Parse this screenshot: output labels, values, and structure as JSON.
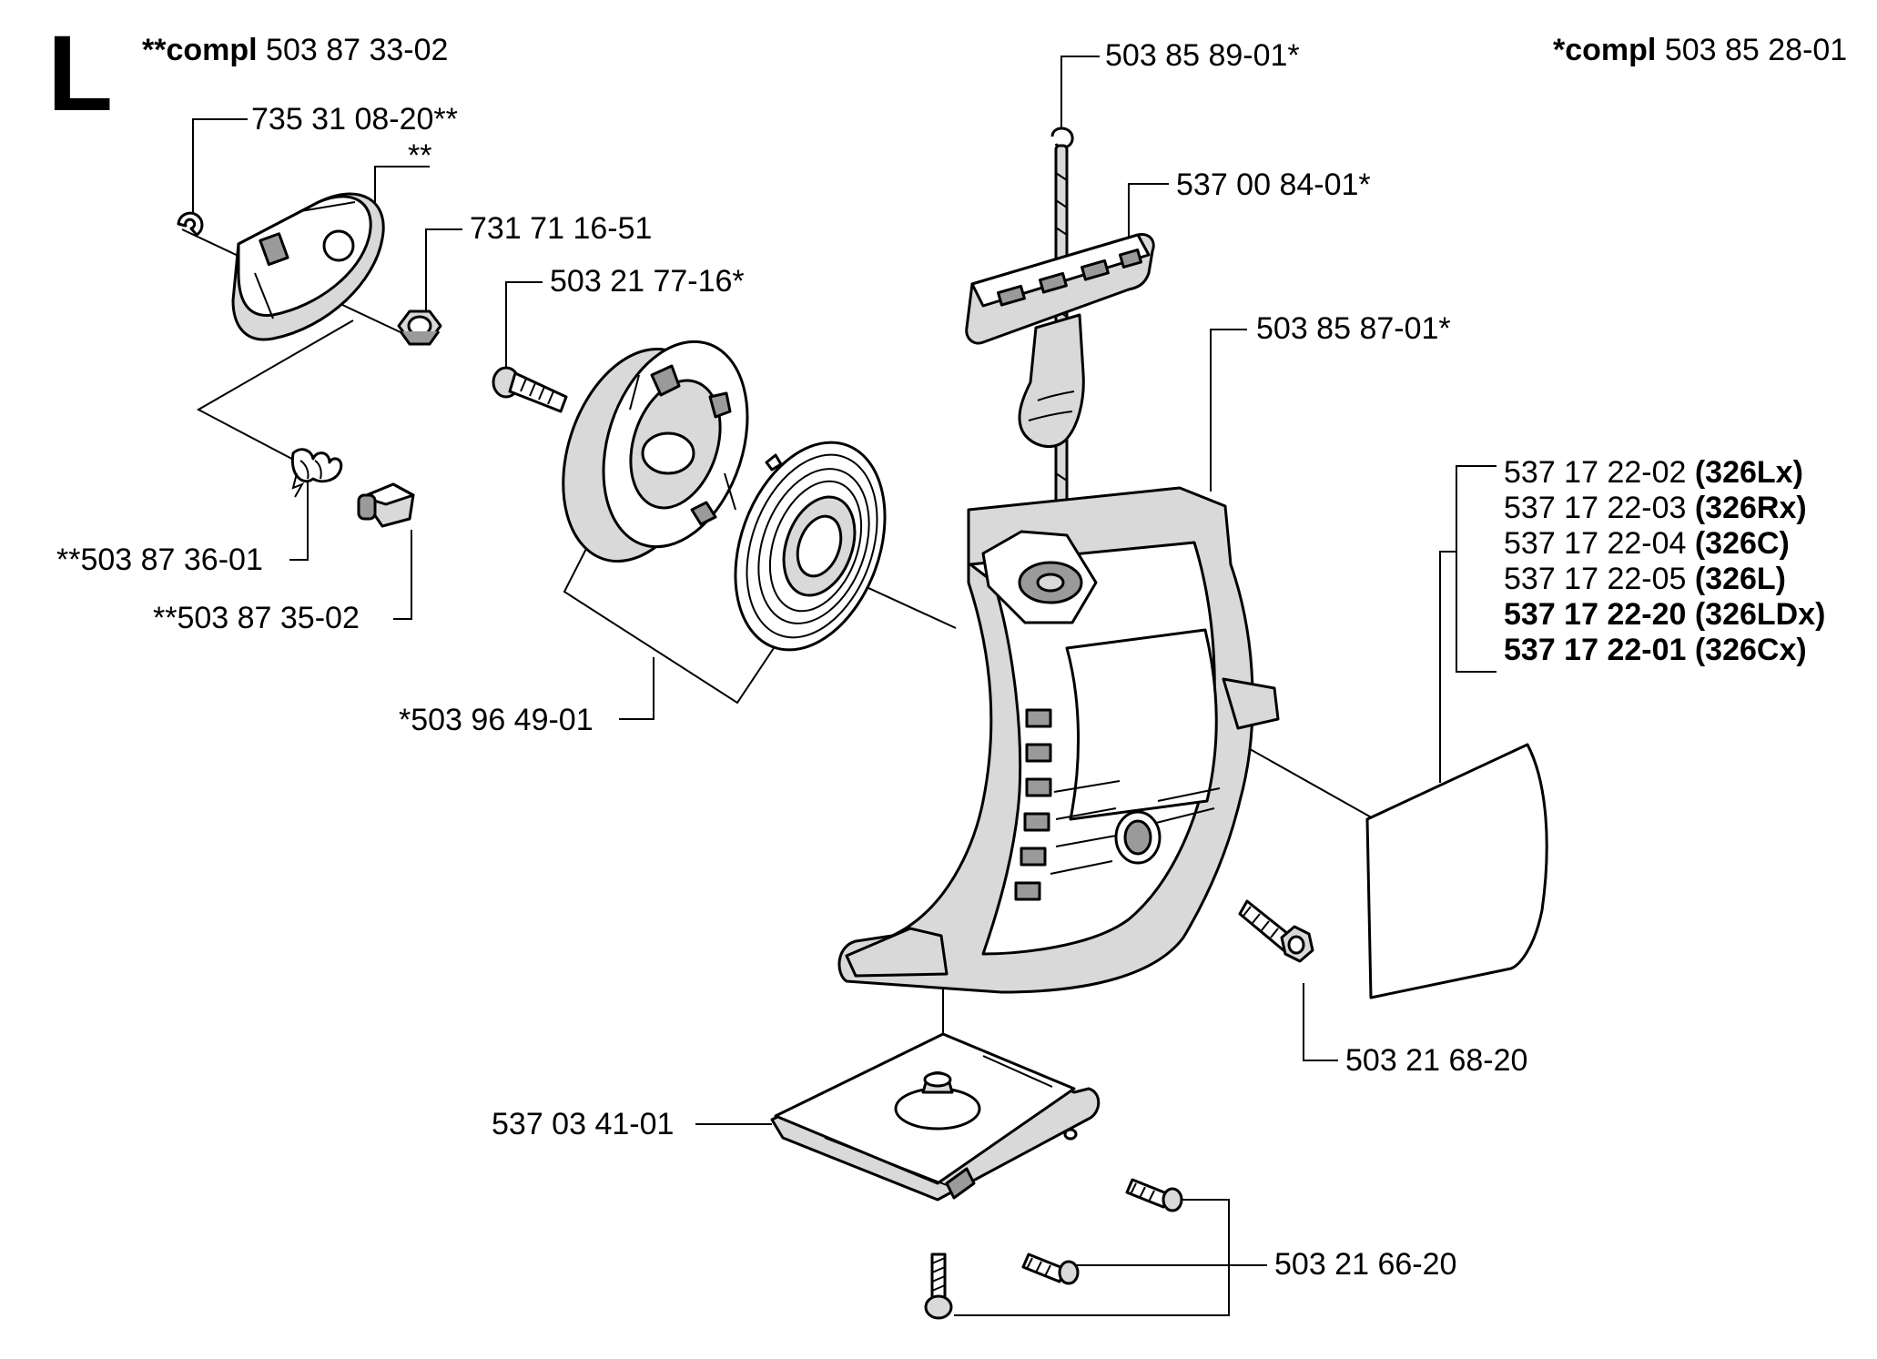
{
  "section_letter": "L",
  "assemblies": {
    "left": {
      "prefix": "**compl",
      "number": "503 87 33-02"
    },
    "right": {
      "prefix": "*compl",
      "number": "503 85 28-01"
    }
  },
  "labels": {
    "p735_31_08_20": "735 31 08-20**",
    "double_star": "**",
    "p731_71_16_51": "731 71 16-51",
    "p503_21_77_16": "503 21 77-16*",
    "p503_87_36_01": "**503 87 36-01",
    "p503_87_35_02": "**503 87 35-02",
    "p503_96_49_01": "*503 96 49-01",
    "p503_85_89_01": "503 85 89-01*",
    "p537_00_84_01": "537 00 84-01*",
    "p503_85_87_01": "503 85 87-01*",
    "p503_21_68_20": "503 21 68-20",
    "p537_03_41_01": "537 03 41-01",
    "p503_21_66_20": "503 21 66-20"
  },
  "variants": [
    {
      "number": "537 17 22-02",
      "model": "(326Lx)"
    },
    {
      "number": "537 17 22-03",
      "model": "(326Rx)"
    },
    {
      "number": "537 17 22-04",
      "model": "(326C)"
    },
    {
      "number": "537 17 22-05",
      "model": "(326L)"
    },
    {
      "number": "537 17 22-20",
      "model": "(326LDx)"
    },
    {
      "number": "537 17 22-01",
      "model": "(326Cx)"
    }
  ]
}
